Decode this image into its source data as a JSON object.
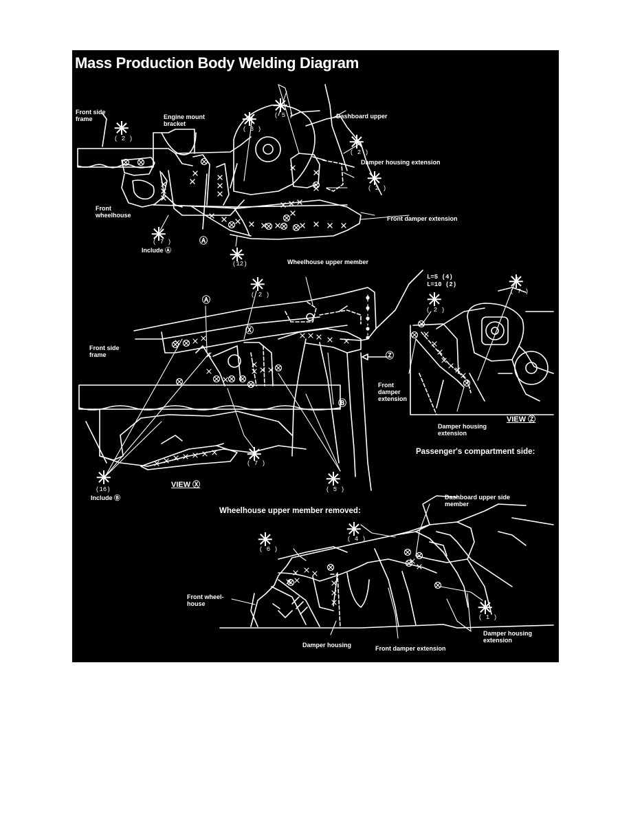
{
  "title": "Mass Production Body Welding Diagram",
  "sections": {
    "passenger_side": "Passenger's compartment side:",
    "wheelhouse_removed": "Wheelhouse upper member removed:"
  },
  "views": {
    "view_x": "VIEW Ⓧ",
    "view_z": "VIEW Ⓩ"
  },
  "labels": {
    "front_side_frame_top": "Front side\nframe",
    "engine_mount_bracket": "Engine mount\nbracket",
    "dashboard_upper": "Dashboard upper",
    "damper_housing_extension_top": "Damper housing extension",
    "front_wheelhouse": "Front\nwheelhouse",
    "front_damper_extension_top": "Front damper extension",
    "include_a": "Include Ⓐ",
    "wheelhouse_upper_member": "Wheelhouse upper member",
    "l_spec_1": "L=5  (4)",
    "l_spec_2": "L=10  (2)",
    "front_side_frame_mid": "Front side\nframe",
    "front_damper_extension_mid": "Front\ndamper\nextension",
    "damper_housing_extension_mid": "Damper housing\nextension",
    "include_b": "Include Ⓑ",
    "dashboard_upper_side_member": "Dashboard upper side\nmember",
    "front_wheelhouse_bottom": "Front wheel-\nhouse",
    "damper_housing": "Damper housing",
    "front_damper_extension_bottom": "Front damper extension",
    "damper_housing_extension_bottom": "Damper housing\nextension"
  },
  "counts": {
    "c_top_2a": "( 2 )",
    "c_top_3": "( 3 )",
    "c_top_5": "( 5 )",
    "c_top_2b": "( 2 )",
    "c_top_2c": "( 2 )",
    "c_top_7": "( 7 )",
    "c_top_12": "(12)",
    "c_mid_2a": "( 2 )",
    "c_mid_2b": "( 2 )",
    "c_mid_7a": "( 7 )",
    "c_mid_7b": "( 7 )",
    "c_mid_16": "(16)",
    "c_mid_5": "( 5 )",
    "c_bot_6": "( 6 )",
    "c_bot_4": "( 4 )",
    "c_bot_1": "( 1 )"
  },
  "markers": {
    "a_circle": "Ⓐ",
    "b_circle": "Ⓑ",
    "x_circle": "Ⓧ",
    "z_circle": "Ⓩ"
  },
  "colors": {
    "background": "#000000",
    "ink": "#ffffff",
    "page": "#ffffff"
  }
}
